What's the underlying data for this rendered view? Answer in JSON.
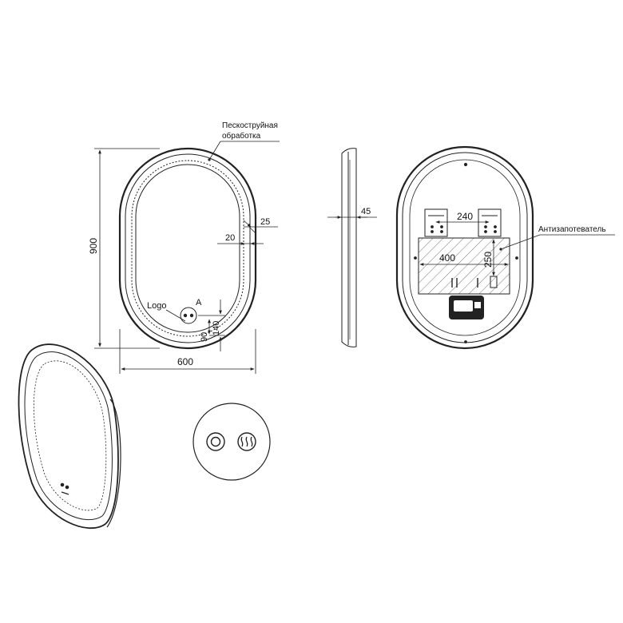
{
  "front_view": {
    "callout_line1": "Пескоструйная",
    "callout_line2": "обработка",
    "height_label": "900",
    "width_label": "600",
    "frame_depth_label": "25",
    "frame_offset_label": "20",
    "logo_label": "Logo",
    "detail_marker": "A",
    "dim_140": "140",
    "dim_90": "90"
  },
  "side_view": {
    "depth_label": "45"
  },
  "back_view": {
    "callout": "Антизапотеватель",
    "dim_240": "240",
    "dim_400": "400",
    "dim_250": "250"
  },
  "colors": {
    "line": "#222222",
    "hatch": "#666666"
  },
  "icons": {
    "left_button": "power-icon",
    "right_button": "anti-fog-icon"
  }
}
